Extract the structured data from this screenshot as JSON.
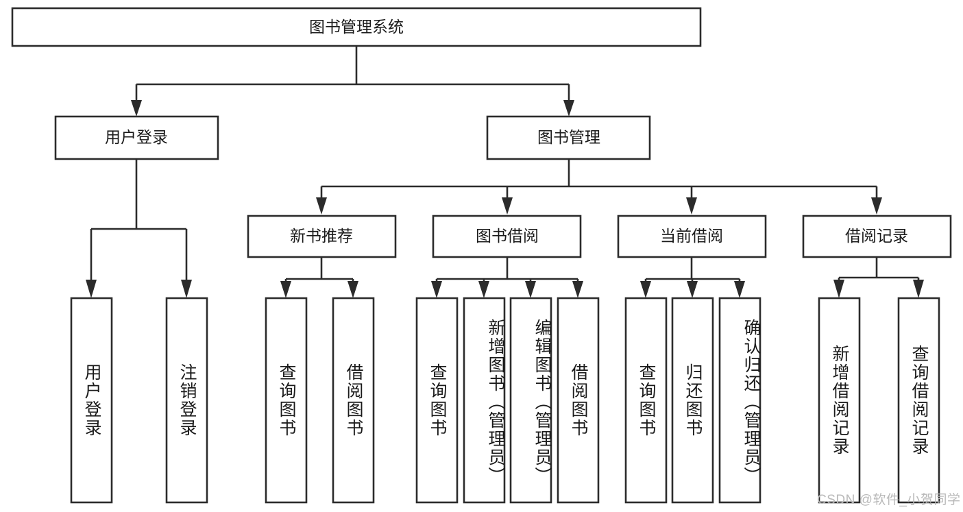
{
  "diagram": {
    "title": "图书管理系统",
    "type": "tree-hierarchy",
    "root": {
      "id": "root",
      "label": "图书管理系统",
      "orientation": "horizontal"
    },
    "level1": [
      {
        "id": "user-login",
        "label": "用户登录",
        "orientation": "horizontal"
      },
      {
        "id": "book-management",
        "label": "图书管理",
        "orientation": "horizontal"
      }
    ],
    "level2": [
      {
        "id": "new-book-recommend",
        "label": "新书推荐",
        "parent": "book-management",
        "orientation": "horizontal"
      },
      {
        "id": "book-borrow",
        "label": "图书借阅",
        "parent": "book-management",
        "orientation": "horizontal"
      },
      {
        "id": "current-borrow",
        "label": "当前借阅",
        "parent": "book-management",
        "orientation": "horizontal"
      },
      {
        "id": "borrow-record",
        "label": "借阅记录",
        "parent": "book-management",
        "orientation": "horizontal"
      }
    ],
    "leaves": [
      {
        "id": "leaf-user-login",
        "label": "用户登录",
        "parent": "user-login",
        "orientation": "vertical"
      },
      {
        "id": "leaf-user-logout",
        "label": "注销登录",
        "parent": "user-login",
        "orientation": "vertical"
      },
      {
        "id": "leaf-query-book-1",
        "label": "查询图书",
        "parent": "new-book-recommend",
        "orientation": "vertical"
      },
      {
        "id": "leaf-borrow-book-1",
        "label": "借阅图书",
        "parent": "new-book-recommend",
        "orientation": "vertical"
      },
      {
        "id": "leaf-query-book-2",
        "label": "查询图书",
        "parent": "book-borrow",
        "orientation": "vertical"
      },
      {
        "id": "leaf-add-book",
        "label": "新增图书（管理员）",
        "parent": "book-borrow",
        "orientation": "vertical"
      },
      {
        "id": "leaf-edit-book",
        "label": "编辑图书（管理员）",
        "parent": "book-borrow",
        "orientation": "vertical"
      },
      {
        "id": "leaf-borrow-book-2",
        "label": "借阅图书",
        "parent": "book-borrow",
        "orientation": "vertical"
      },
      {
        "id": "leaf-query-book-3",
        "label": "查询图书",
        "parent": "current-borrow",
        "orientation": "vertical"
      },
      {
        "id": "leaf-return-book",
        "label": "归还图书",
        "parent": "current-borrow",
        "orientation": "vertical"
      },
      {
        "id": "leaf-confirm-return",
        "label": "确认归还（管理员）",
        "parent": "current-borrow",
        "orientation": "vertical"
      },
      {
        "id": "leaf-add-record",
        "label": "新增借阅记录",
        "parent": "borrow-record",
        "orientation": "vertical"
      },
      {
        "id": "leaf-query-record",
        "label": "查询借阅记录",
        "parent": "borrow-record",
        "orientation": "vertical"
      }
    ]
  },
  "watermark": {
    "text": "CSDN @软件_小贺同学"
  },
  "colors": {
    "stroke": "#2b2b2b",
    "box_fill": "#ffffff",
    "text": "#1a1a1a",
    "background": "#ffffff",
    "watermark": "#b9b9b9"
  }
}
